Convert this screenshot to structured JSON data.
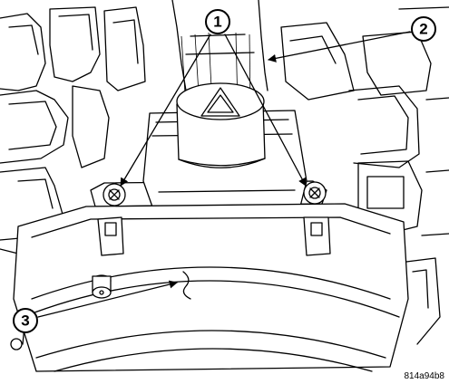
{
  "figure": {
    "figure_id": "814a94b8",
    "callouts": [
      {
        "id": "callout-1",
        "label": "1"
      },
      {
        "id": "callout-2",
        "label": "2"
      },
      {
        "id": "callout-3",
        "label": "3"
      }
    ],
    "symbol": "hazard-triangle-icon"
  }
}
